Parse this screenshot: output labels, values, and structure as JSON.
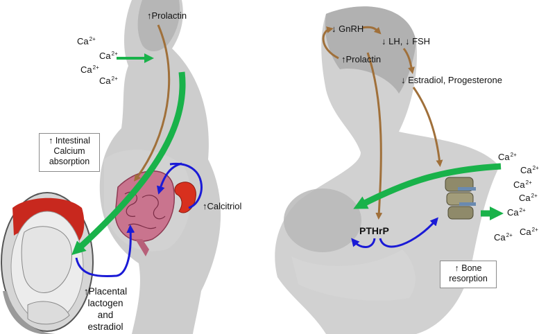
{
  "colors": {
    "brown_arrow": "#a0703a",
    "green_arrow": "#19b24a",
    "blue_arrow": "#1a1ad6",
    "uterus_red": "#c8281e",
    "kidney_red": "#d8301e",
    "silhouette_gray": "#bdbdbd"
  },
  "left_panel": {
    "prolactin": "↑Prolactin",
    "calcium_ions": [
      "Ca",
      "Ca",
      "Ca",
      "Ca"
    ],
    "charge": "2+",
    "intestinal_box": [
      "↑ Intestinal",
      "Calcium",
      "absorption"
    ],
    "calcitriol": "↑Calcitriol",
    "placental": [
      "↑Placental",
      "lactogen",
      "and",
      "estradiol"
    ]
  },
  "right_panel": {
    "gnrh": "↓ GnRH",
    "lh_fsh": "↓ LH, ↓ FSH",
    "prolactin": "↑Prolactin",
    "estradiol": "↓ Estradiol, Progesterone",
    "pthrp": "PTHrP",
    "calcium_ions": [
      "Ca",
      "Ca",
      "Ca",
      "Ca",
      "Ca",
      "Ca",
      "Ca"
    ],
    "charge": "2+",
    "bone_box": [
      "↑ Bone",
      "resorption"
    ]
  }
}
